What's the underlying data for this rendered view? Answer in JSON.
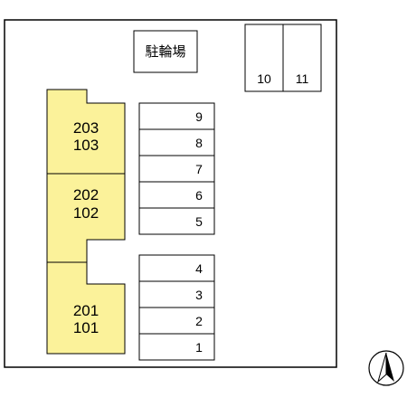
{
  "site_plan": {
    "bicycle_parking_label": "駐輪場",
    "units": [
      {
        "upper": "203",
        "lower": "103"
      },
      {
        "upper": "202",
        "lower": "102"
      },
      {
        "upper": "201",
        "lower": "101"
      }
    ],
    "parking_spaces_upper": [
      "9",
      "8",
      "7",
      "6",
      "5"
    ],
    "parking_spaces_lower": [
      "4",
      "3",
      "2",
      "1"
    ],
    "parking_spaces_top_right": [
      "10",
      "11"
    ]
  },
  "compass": {
    "icon": "north-arrow-icon"
  },
  "colors": {
    "building_fill": "#fbf29a",
    "line": "#000000",
    "background": "#ffffff"
  }
}
